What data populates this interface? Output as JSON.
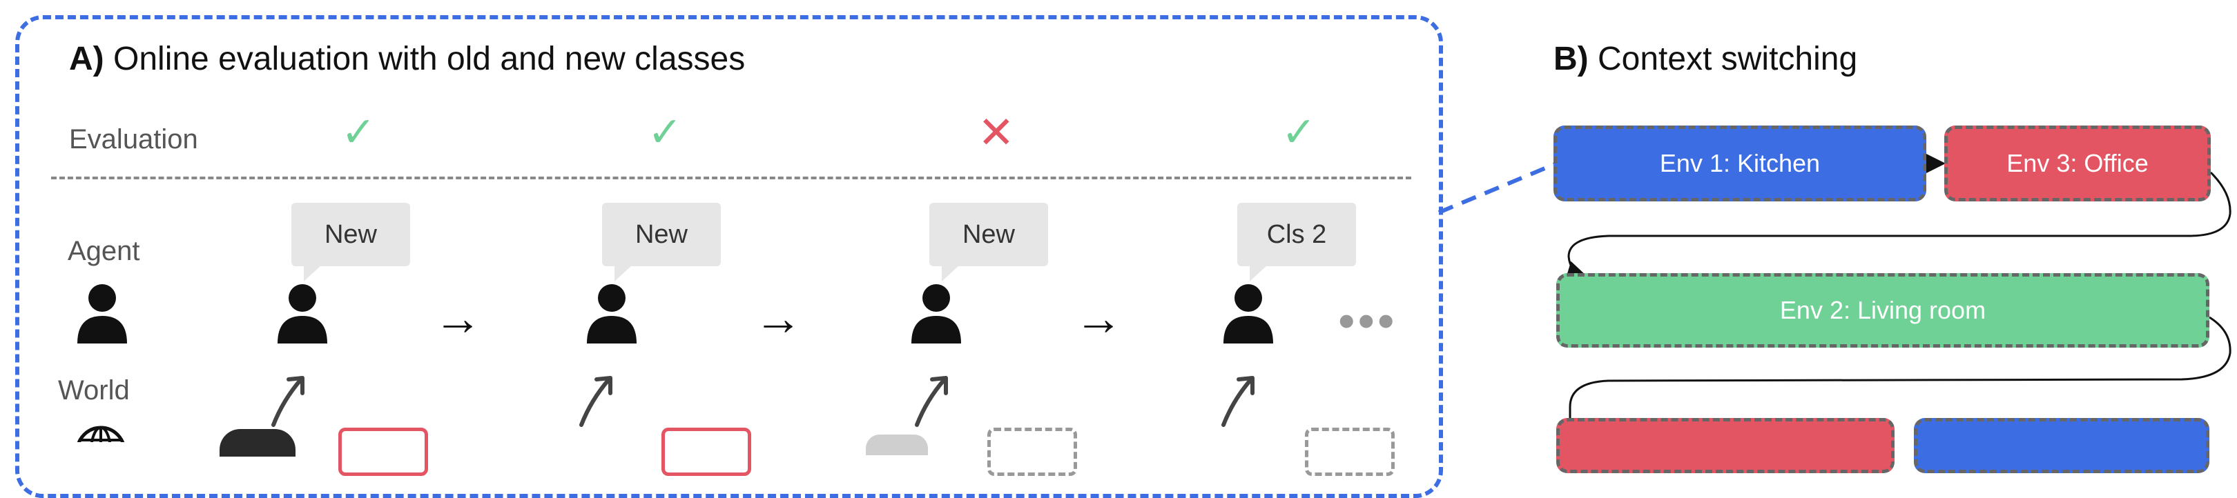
{
  "panel_a": {
    "title_prefix": "A)",
    "title_text": " Online evaluation with old and new classes",
    "labels": {
      "evaluation": "Evaluation",
      "agent": "Agent",
      "world": "World"
    },
    "steps": [
      {
        "evaluation": "correct",
        "evaluation_glyph": "✓",
        "prediction": "New"
      },
      {
        "evaluation": "correct",
        "evaluation_glyph": "✓",
        "prediction": "New"
      },
      {
        "evaluation": "incorrect",
        "evaluation_glyph": "✕",
        "prediction": "New"
      },
      {
        "evaluation": "correct",
        "evaluation_glyph": "✓",
        "prediction": "Cls 2"
      }
    ],
    "arrow_glyph": "→",
    "ellipsis": "•••"
  },
  "panel_b": {
    "title_prefix": "B)",
    "title_text": " Context switching",
    "environments": {
      "kitchen": "Env 1: Kitchen",
      "office": "Env 3: Office",
      "living_room": "Env 2: Living room"
    }
  },
  "colors": {
    "blue": "#3d6de3",
    "red": "#e45563",
    "green": "#6fd196",
    "bubble_gray": "#e6e6e6"
  },
  "icons": [
    "person-icon",
    "globe-icon",
    "check-icon",
    "cross-icon",
    "up-arrow-icon",
    "right-arrow-icon"
  ]
}
